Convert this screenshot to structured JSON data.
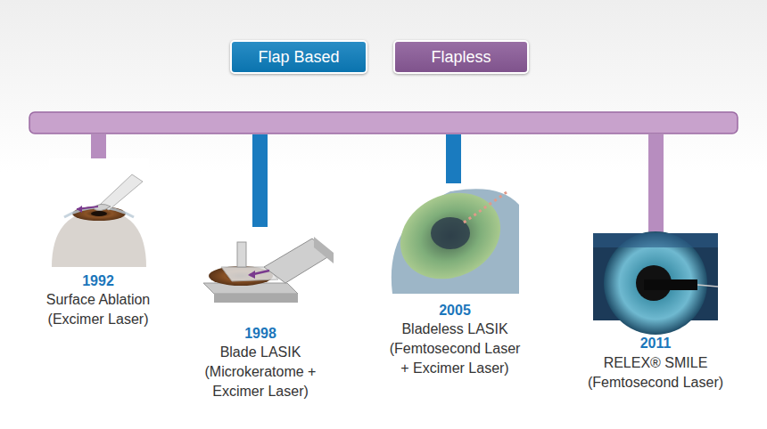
{
  "diagram": {
    "labels": [
      "1992",
      "Surface Ablation (Excimer Laser)",
      "1998",
      "Blade LASIK (Microkeratome + Excimer Laser)",
      "2005",
      "Bladeless LASIK (Femtosecond Laser + Excimer Laser)",
      "2011",
      "RELEX® SMILE (Femtosecond Laser)"
    ],
    "legend": [
      {
        "text": "Flap Based",
        "color": "#0b7dbd"
      },
      {
        "text": "Flapless",
        "color": "#8a5a98"
      }
    ]
  }
}
